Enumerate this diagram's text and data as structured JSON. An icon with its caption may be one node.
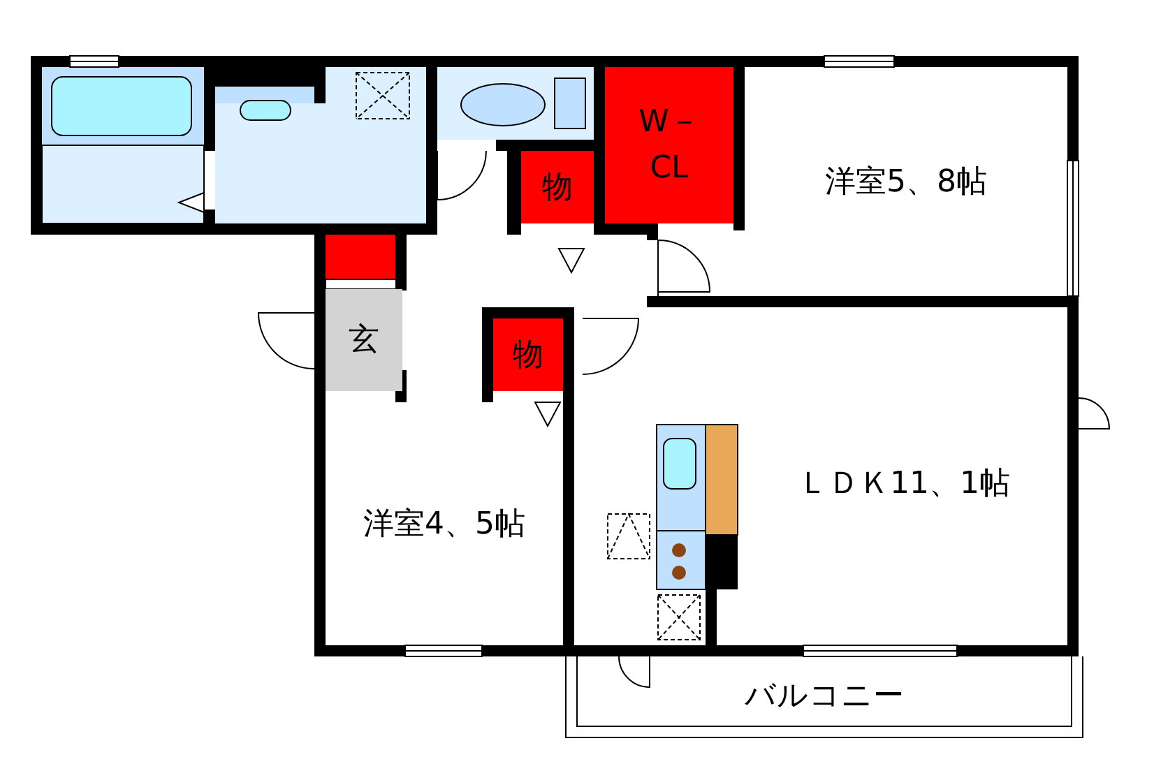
{
  "diagram": {
    "nodes": [
      {
        "text": [
          "W－CL"
        ]
      },
      {
        "text": [
          "洋室5、8帖"
        ]
      },
      {
        "text": [
          "物"
        ]
      },
      {
        "text": [
          "玄"
        ]
      },
      {
        "text": [
          "物"
        ]
      },
      {
        "text": [
          "洋室4、5帖"
        ]
      },
      {
        "text": [
          "ＬＤＫ11、1帖"
        ]
      },
      {
        "text": [
          "バルコニー"
        ]
      }
    ]
  }
}
